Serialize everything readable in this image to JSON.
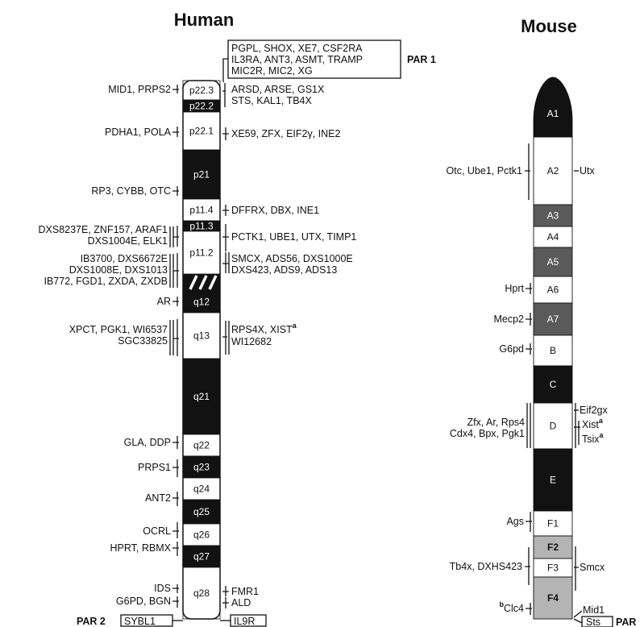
{
  "titles": {
    "human": "Human",
    "mouse": "Mouse"
  },
  "colors": {
    "dark": "#121212",
    "gray": "#5a5a5a",
    "light_gray": "#b4b4b4",
    "white": "#ffffff",
    "ink": "#111111"
  },
  "human": {
    "par1_label": "PAR 1",
    "par1_lines": [
      "PGPL, SHOX, XE7, CSF2RA",
      "IL3RA, ANT3, ASMT, TRAMP",
      "MIC2R, MIC2, XG"
    ],
    "par2_label": "PAR 2",
    "par2_left": "SYBL1",
    "par2_right": "IL9R",
    "bands": [
      {
        "name": "p22.3",
        "fill": "white"
      },
      {
        "name": "p22.2",
        "fill": "dark"
      },
      {
        "name": "p22.1",
        "fill": "white"
      },
      {
        "name": "p21",
        "fill": "dark"
      },
      {
        "name": "p11.4",
        "fill": "white"
      },
      {
        "name": "p11.3",
        "fill": "dark"
      },
      {
        "name": "p11.2",
        "fill": "white"
      },
      {
        "name": "",
        "fill": "centromere"
      },
      {
        "name": "q12",
        "fill": "dark"
      },
      {
        "name": "q13",
        "fill": "white"
      },
      {
        "name": "q21",
        "fill": "dark"
      },
      {
        "name": "q22",
        "fill": "white"
      },
      {
        "name": "q23",
        "fill": "dark"
      },
      {
        "name": "q24",
        "fill": "white"
      },
      {
        "name": "q25",
        "fill": "dark"
      },
      {
        "name": "q26",
        "fill": "white"
      },
      {
        "name": "q27",
        "fill": "dark"
      },
      {
        "name": "q28",
        "fill": "white"
      }
    ],
    "left_genes": [
      "MID1, PRPS2",
      "PDHA1, POLA",
      "RP3, CYBB, OTC",
      "DXS8237E, ZNF157, ARAF1",
      "DXS1004E, ELK1",
      "IB3700, DXS6672E",
      "DXS1008E, DXS1013",
      "IB772, FGD1, ZXDA, ZXDB",
      "AR",
      "XPCT, PGK1, WI6537",
      "SGC33825",
      "GLA, DDP",
      "PRPS1",
      "ANT2",
      "OCRL",
      "HPRT, RBMX",
      "IDS",
      "G6PD, BGN"
    ],
    "right_genes": [
      "ARSD, ARSE, GS1X",
      "STS, KAL1, TB4X",
      "XE59, ZFX, EIF2γ, INE2",
      "DFFRX, DBX, INE1",
      "PCTK1, UBE1, UTX, TIMP1",
      "SMCX, ADS56, DXS1000E",
      "DXS423, ADS9, ADS13",
      "RPS4X, XIST",
      "WI12682",
      "FMR1",
      "ALD"
    ],
    "superscript": "a"
  },
  "mouse": {
    "par_label": "PAR",
    "par_gene": "Sts",
    "bands": [
      {
        "name": "A1",
        "fill": "dark"
      },
      {
        "name": "A2",
        "fill": "white"
      },
      {
        "name": "A3",
        "fill": "gray"
      },
      {
        "name": "A4",
        "fill": "white"
      },
      {
        "name": "A5",
        "fill": "gray"
      },
      {
        "name": "A6",
        "fill": "white"
      },
      {
        "name": "A7",
        "fill": "gray"
      },
      {
        "name": "B",
        "fill": "white"
      },
      {
        "name": "C",
        "fill": "dark"
      },
      {
        "name": "D",
        "fill": "white"
      },
      {
        "name": "E",
        "fill": "dark"
      },
      {
        "name": "F1",
        "fill": "white"
      },
      {
        "name": "F2",
        "fill": "light_gray"
      },
      {
        "name": "F3",
        "fill": "white"
      },
      {
        "name": "F4",
        "fill": "light_gray"
      }
    ],
    "left_genes": [
      "Otc, Ube1, Pctk1",
      "Hprt",
      "Mecp2",
      "G6pd",
      "Zfx, Ar, Rps4",
      "Cdx4, Bpx, Pgk1",
      "Ags",
      "Tb4x, DXHS423",
      "Clc4"
    ],
    "right_genes": [
      "Utx",
      "Eif2gx",
      "Xist",
      "Tsix",
      "Smcx",
      "Mid1"
    ],
    "superscript_a": "a",
    "superscript_b": "b"
  }
}
